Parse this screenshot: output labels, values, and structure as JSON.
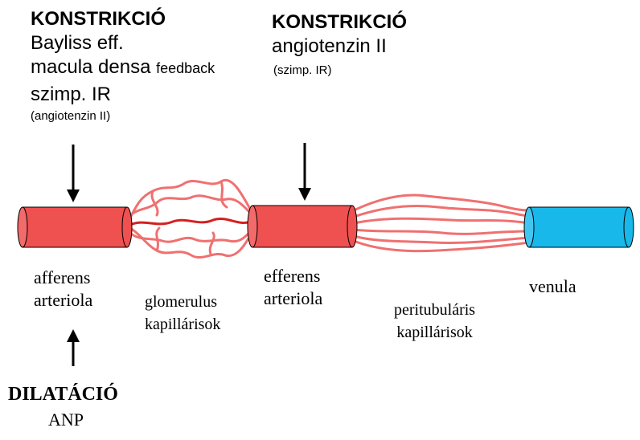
{
  "left_block": {
    "heading": "KONSTRIKCIÓ",
    "line1": "Bayliss eff.",
    "line2_main": "macula densa",
    "line2_small": "feedback",
    "line3": "szimp. IR",
    "line4": "(angiotenzin II)"
  },
  "middle_block": {
    "heading": "KONSTRIKCIÓ",
    "line1": "angiotenzin II",
    "line2": "(szimp. IR)"
  },
  "vessels": {
    "afferens": [
      "afferens",
      "arteriola"
    ],
    "glomerulus": [
      "glomerulus",
      "kapillárisok"
    ],
    "efferens": [
      "efferens",
      "arteriola"
    ],
    "peritubular": [
      "peritubuláris",
      "kapillárisok"
    ],
    "venula": "venula"
  },
  "bottom_block": {
    "heading": "DILATÁCIÓ",
    "line1": "ANP"
  },
  "colors": {
    "artery": "#ef5050",
    "capillary": "#f07070",
    "capillary_dark": "#d42020",
    "vein": "#19b8ea",
    "arrow": "#000000"
  }
}
